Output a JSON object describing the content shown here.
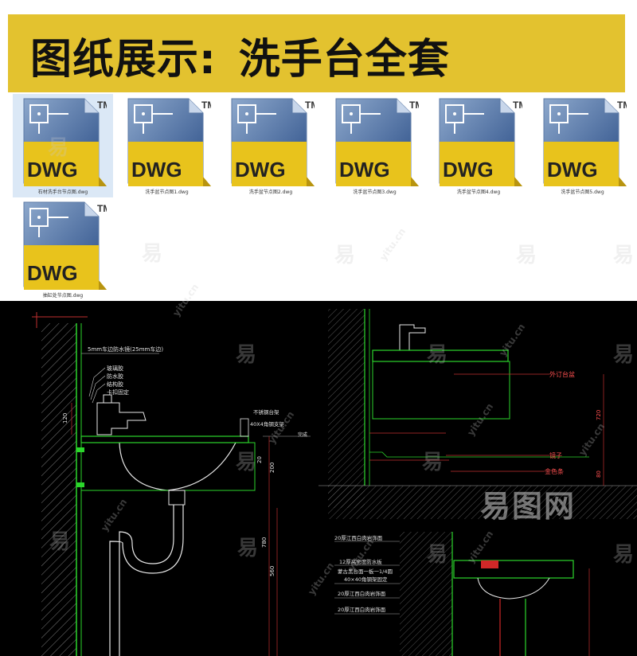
{
  "banner": {
    "title_part1": "图纸展示:",
    "title_part2": "洗手台全套",
    "color": "#e3c22f"
  },
  "file_icon": {
    "label": "DWG",
    "tm": "TM",
    "yellow": "#e8c31c",
    "blue": "#2a4d86"
  },
  "files": [
    {
      "name": "石材洗手台节点图.dwg"
    },
    {
      "name": "洗手盆节点图1.dwg"
    },
    {
      "name": "洗手盆节点图2.dwg"
    },
    {
      "name": "洗手盆节点图3.dwg"
    },
    {
      "name": "洗手盆节点图4.dwg"
    },
    {
      "name": "洗手盆节点图5.dwg"
    },
    {
      "name": "抽缸处节点图.dwg"
    }
  ],
  "cad_left": {
    "labels": {
      "waterproof": "5mm车边防水镜(25mm车边)",
      "sealant": "玻璃胶",
      "silicone": "防水胶",
      "glue": "结构胶",
      "wall_fixing": "卡扣固定",
      "steel_frame": "不锈钢台架",
      "steel_bracket": "40X4角钢支架",
      "floor_mark": "完成"
    },
    "dims": [
      "120",
      "20",
      "200",
      "780",
      "560"
    ]
  },
  "cad_right": {
    "labels": {
      "counter": "外订台盆",
      "mirror": "镜子",
      "gold_strip": "金色条",
      "stone_a": "20厚江西白肉岩饰面",
      "board": "12厚高密度防水板",
      "stone_b": "蒙古黑台面一板一1/4圆",
      "angle": "40×40角钢架固定",
      "stone_c": "20厚江西白肉岩饰面",
      "stone_d": "20厚江西白肉岩饰面"
    },
    "dims": [
      "720",
      "80"
    ]
  },
  "watermarks": {
    "char": "易",
    "site": "yitu.cn",
    "brand": "易图网"
  }
}
